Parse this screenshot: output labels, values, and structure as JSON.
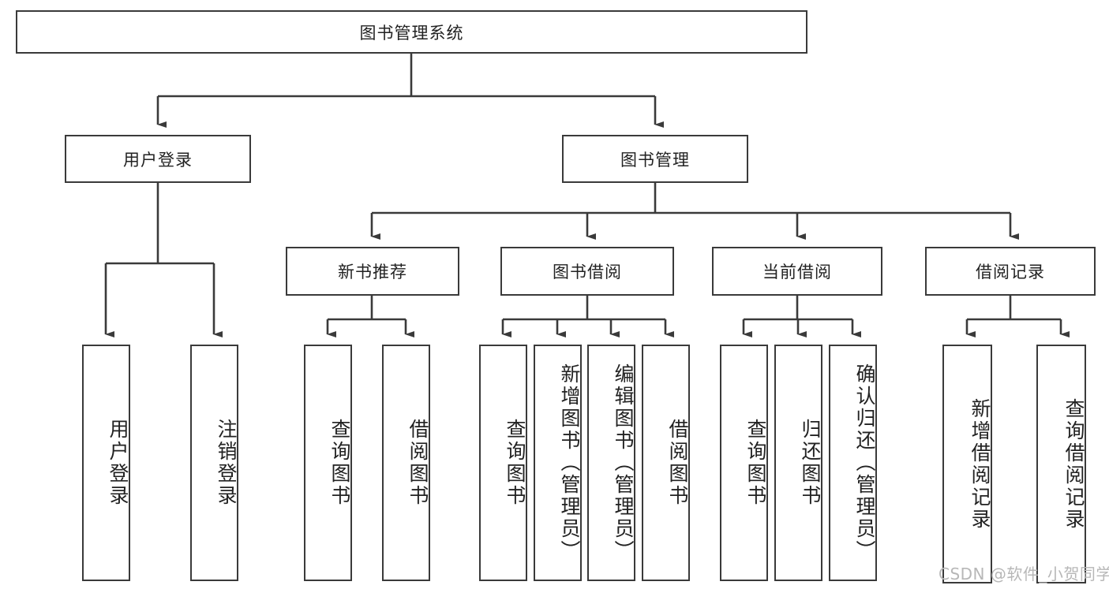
{
  "diagram": {
    "type": "tree-hierarchy",
    "title": "图书管理系统",
    "root": {
      "label": "图书管理系统"
    },
    "level2": [
      {
        "label": "用户登录"
      },
      {
        "label": "图书管理"
      }
    ],
    "level3": [
      {
        "label": "新书推荐"
      },
      {
        "label": "图书借阅"
      },
      {
        "label": "当前借阅"
      },
      {
        "label": "借阅记录"
      }
    ],
    "leaves": {
      "user_login": [
        {
          "label": "用户登录"
        },
        {
          "label": "注销登录"
        }
      ],
      "new_book_recommend": [
        {
          "label": "查询图书"
        },
        {
          "label": "借阅图书"
        }
      ],
      "book_borrow": [
        {
          "label": "查询图书"
        },
        {
          "label": "新增图书（管理员）"
        },
        {
          "label": "编辑图书（管理员）"
        },
        {
          "label": "借阅图书"
        }
      ],
      "current_borrow": [
        {
          "label": "查询图书"
        },
        {
          "label": "归还图书"
        },
        {
          "label": "确认归还（管理员）"
        }
      ],
      "borrow_record": [
        {
          "label": "新增借阅记录"
        },
        {
          "label": "查询借阅记录"
        }
      ]
    },
    "colors": {
      "line": "#3a3a3a",
      "box_border": "#3a3a3a",
      "box_fill": "#ffffff",
      "text": "#222222",
      "watermark": "#b7b7b7",
      "background": "#ffffff"
    }
  },
  "watermark": {
    "text": "CSDN @软件_小贺同学"
  }
}
